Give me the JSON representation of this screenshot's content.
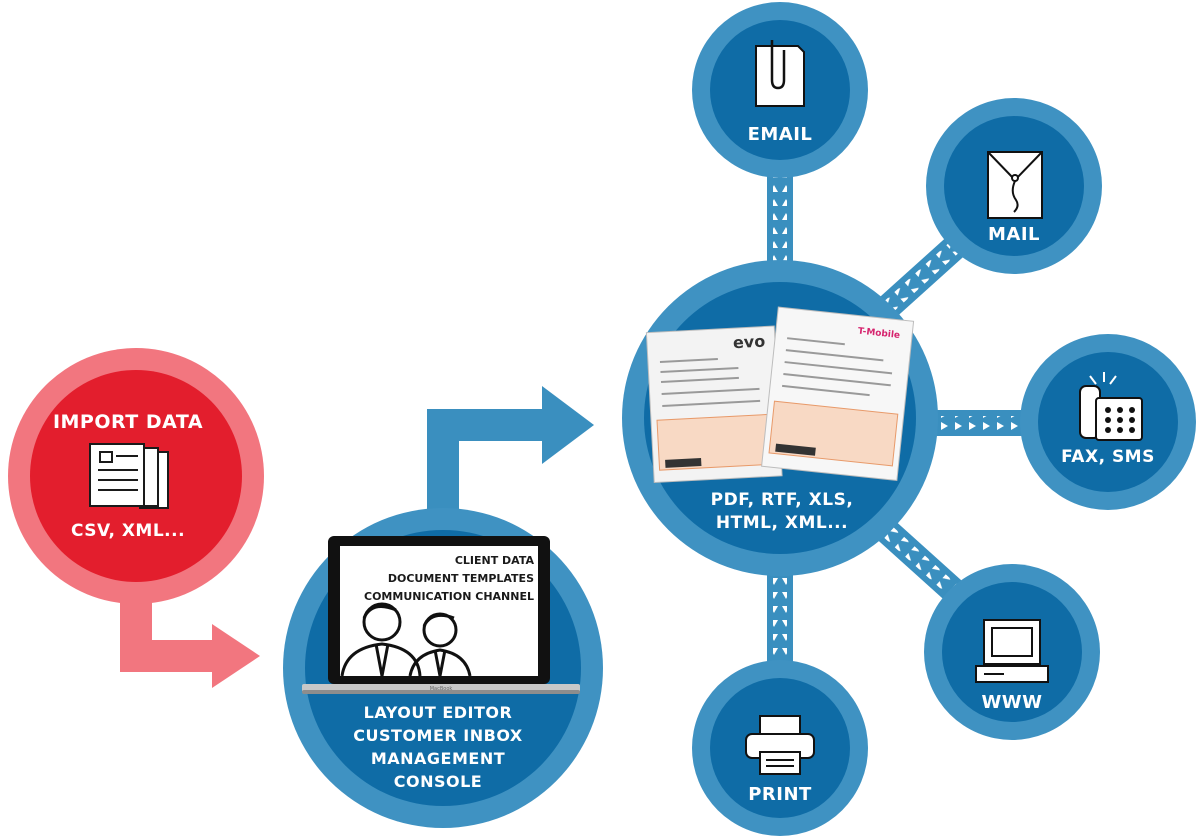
{
  "import": {
    "title": "IMPORT DATA",
    "formats": "CSV, XML..."
  },
  "editor": {
    "screen_lines": [
      "CLIENT DATA",
      "DOCUMENT TEMPLATES",
      "COMMUNICATION CHANNEL"
    ],
    "laptop_brand": "MacBook",
    "lines": [
      "LAYOUT EDITOR",
      "CUSTOMER INBOX",
      "MANAGEMENT",
      "CONSOLE"
    ]
  },
  "hub": {
    "lines": [
      "PDF, RTF, XLS,",
      "HTML, XML..."
    ],
    "doc_logo_left": "evo",
    "doc_logo_right": "T-Mobile"
  },
  "channels": {
    "email": "EMAIL",
    "mail": "MAIL",
    "fax": "FAX, SMS",
    "www": "WWW",
    "print": "PRINT"
  },
  "colors": {
    "red_outer": "#f2767f",
    "red_inner": "#e31e2d",
    "blue_outer": "#3f92c2",
    "blue_inner": "#0f6ca6",
    "blue_connector": "#3a8fbf"
  }
}
